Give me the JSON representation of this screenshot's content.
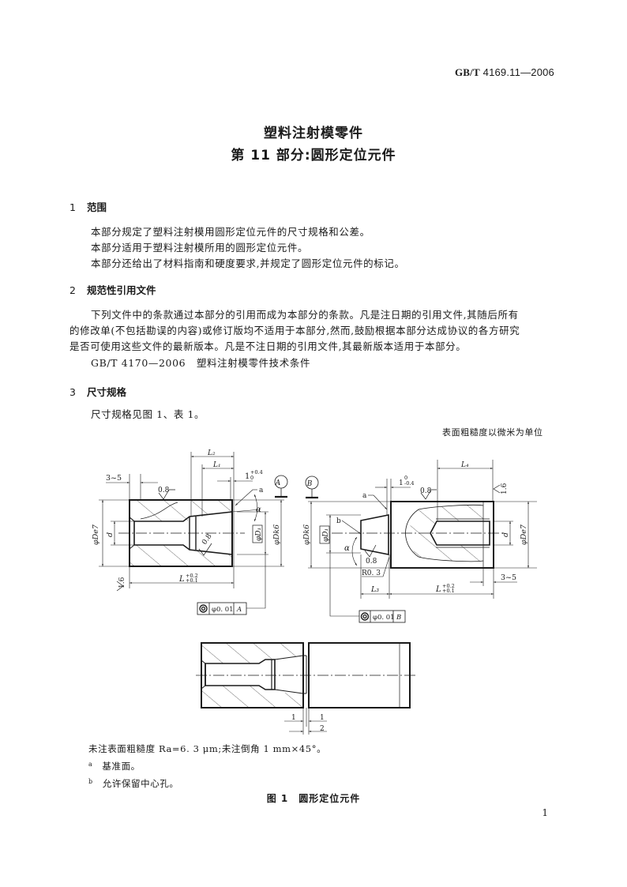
{
  "header": {
    "standard_prefix": "GB/T",
    "standard_number": "4169.11—2006"
  },
  "title": {
    "line1": "塑料注射模零件",
    "line2": "第 11 部分:圆形定位元件"
  },
  "sections": [
    {
      "number": "1",
      "heading": "范围",
      "paragraphs": [
        "本部分规定了塑料注射模用圆形定位元件的尺寸规格和公差。",
        "本部分适用于塑料注射模所用的圆形定位元件。",
        "本部分还给出了材料指南和硬度要求,并规定了圆形定位元件的标记。"
      ]
    },
    {
      "number": "2",
      "heading": "规范性引用文件",
      "paragraphs": [
        "下列文件中的条款通过本部分的引用而成为本部分的条款。凡是注日期的引用文件,其随后所有",
        "的修改单(不包括勘误的内容)或修订版均不适用于本部分,然而,鼓励根据本部分达成协议的各方研究",
        "是否可使用这些文件的最新版本。凡是不注日期的引用文件,其最新版本适用于本部分。"
      ],
      "reference": {
        "code": "GB/T 4170—2006",
        "title": "塑料注射模零件技术条件"
      }
    },
    {
      "number": "3",
      "heading": "尺寸规格",
      "paragraphs": [
        "尺寸规格见图 1、表 1。"
      ],
      "unit_note": "表面粗糙度以微米为单位"
    }
  ],
  "figure": {
    "left_part": {
      "dims": {
        "L2": "L₂",
        "L1": "L₁",
        "gap": "1",
        "gap_tol_upper": "+0.4",
        "gap_tol_lower": "0",
        "chamfer_range": "3~5",
        "roughness_top": "0.8",
        "roughness_inner": "0.8",
        "roughness_side": "1.6",
        "L": "L",
        "L_tol_upper": "+0.2",
        "L_tol_lower": "+0.1",
        "De7": "φDe7",
        "d": "d",
        "D1": "φD₁",
        "Dk6": "φDk6",
        "alpha": "α",
        "datum_note": "a"
      },
      "datum": "A",
      "tolerance_frame": {
        "symbol": "◎",
        "value": "φ0. 01",
        "datum": "A"
      }
    },
    "right_part": {
      "dims": {
        "L4": "L₄",
        "gap": "1",
        "gap_tol_upper": "0",
        "gap_tol_lower": "-0.4",
        "roughness_top": "0.8",
        "roughness_side": "1.6",
        "roughness_cone": "0.8",
        "radius": "R0. 3",
        "L3": "L₃",
        "L": "L",
        "L_tol_upper": "+0.2",
        "L_tol_lower": "+0.1",
        "chamfer_range": "3~5",
        "Dk6": "φDk6",
        "D1": "φD₁",
        "De7": "φDe7",
        "d": "d",
        "alpha": "α",
        "datum_note": "a",
        "center_hole_note": "b"
      },
      "datum": "B",
      "tolerance_frame": {
        "symbol": "◎",
        "value": "φ0. 01",
        "datum": "B"
      }
    },
    "assembly": {
      "dim_left": "1",
      "dim_right": "1",
      "dim_total": "2"
    },
    "general_note": "未注表面粗糙度 Ra=6. 3 μm;未注倒角 1 mm×45°。",
    "footnotes": [
      {
        "mark": "a",
        "text": "基准面。"
      },
      {
        "mark": "b",
        "text": "允许保留中心孔。"
      }
    ],
    "caption": "图 1　圆形定位元件"
  },
  "page_number": "1"
}
